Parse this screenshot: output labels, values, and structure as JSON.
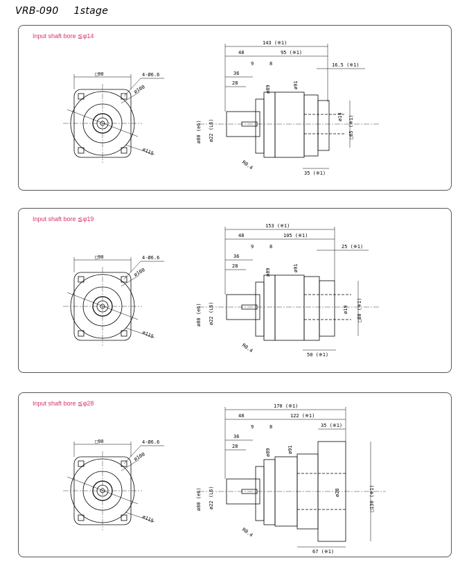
{
  "title": {
    "model": "VRB-090",
    "stage": "1stage"
  },
  "panels": [
    {
      "label": "Input shaft bore  ≦φ14",
      "front": {
        "square": "□90",
        "holes": "4-Ø6.6",
        "pcd": "ø100",
        "outer": "ø115"
      },
      "side": {
        "overall": "143 (※1)",
        "a48": "48",
        "b_len": "95 (※1)",
        "d9": "9",
        "d8": "8",
        "d36": "36",
        "d28": "28",
        "top_right": "16.5 (※1)",
        "d89": "ø89",
        "d91": "ø91",
        "d80": "ø80 (e6)",
        "d22": "ø22 (L6)",
        "bore": "ø14",
        "square_r": "□65 (※1)",
        "bottom": "35 (※1)",
        "r": "R0.4"
      }
    },
    {
      "label": "Input shaft bore  ≦φ19",
      "front": {
        "square": "□90",
        "holes": "4-Ø6.6",
        "pcd": "ø100",
        "outer": "ø115"
      },
      "side": {
        "overall": "153 (※1)",
        "a48": "48",
        "b_len": "105 (※1)",
        "d9": "9",
        "d8": "8",
        "d36": "36",
        "d28": "28",
        "top_right": "25 (※1)",
        "d89": "ø89",
        "d91": "ø91",
        "d80": "ø80 (e6)",
        "d22": "ø22 (L6)",
        "bore": "ø19",
        "square_r": "□80 (※1)",
        "bottom": "50 (※1)",
        "r": "R0.4"
      }
    },
    {
      "label": "Input shaft bore  ≦φ28",
      "front": {
        "square": "□90",
        "holes": "4-Ø6.6",
        "pcd": "ø100",
        "outer": "ø115"
      },
      "side": {
        "overall": "170 (※1)",
        "a48": "48",
        "b_len": "122 (※1)",
        "d9": "9",
        "d8": "8",
        "d36": "36",
        "d28": "28",
        "top_right": "35 (※1)",
        "d89": "ø89",
        "d91": "ø91",
        "d80": "ø80 (e6)",
        "d22": "ø22 (L6)",
        "bore": "ø28",
        "square_r": "□130 (※1)",
        "bottom": "67 (※1)",
        "r": "R0.4"
      }
    }
  ]
}
